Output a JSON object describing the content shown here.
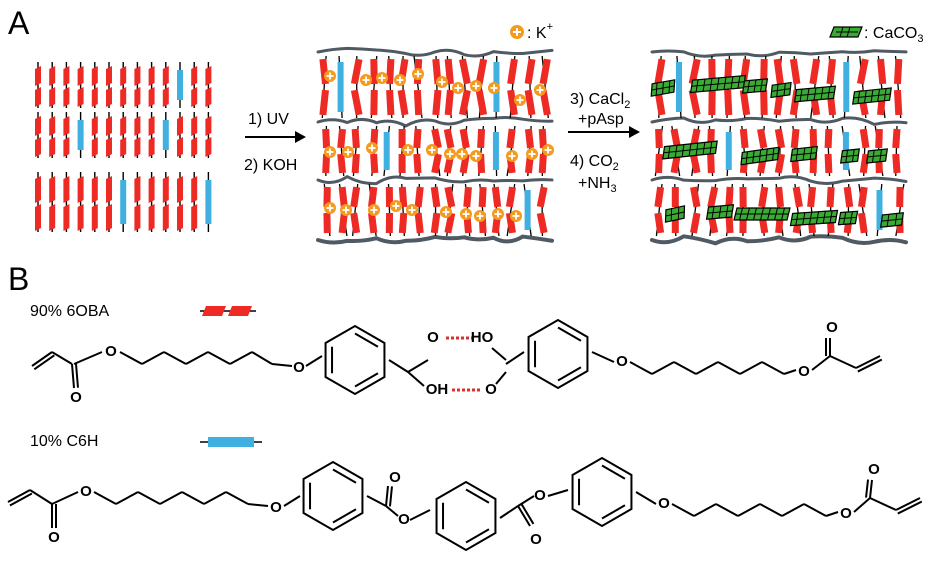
{
  "panel_a": {
    "label": "A",
    "step1": "1) UV",
    "step2": "2) KOH",
    "step3": "3) CaCl",
    "step3_sub": "2",
    "step3b": "+pAsp",
    "step4": "4) CO",
    "step4_sub": "2",
    "step4b": "+NH",
    "step4b_sub": "3",
    "legend_k": ": K",
    "legend_k_sup": "+",
    "legend_caco3": ": CaCO",
    "legend_caco3_sub": "3",
    "colors": {
      "mesogen": "#ee2a24",
      "crosslinker": "#3fb0e0",
      "potassium": "#f39a1f",
      "calcite": "#3aaa35",
      "network": "#505a62"
    }
  },
  "panel_b": {
    "label": "B",
    "compound1": "90% 6OBA",
    "compound2": "10% C6H",
    "atom_o": "O",
    "atom_oh": "OH",
    "atom_ho": "HO",
    "hbond_color": "#d9302c"
  }
}
